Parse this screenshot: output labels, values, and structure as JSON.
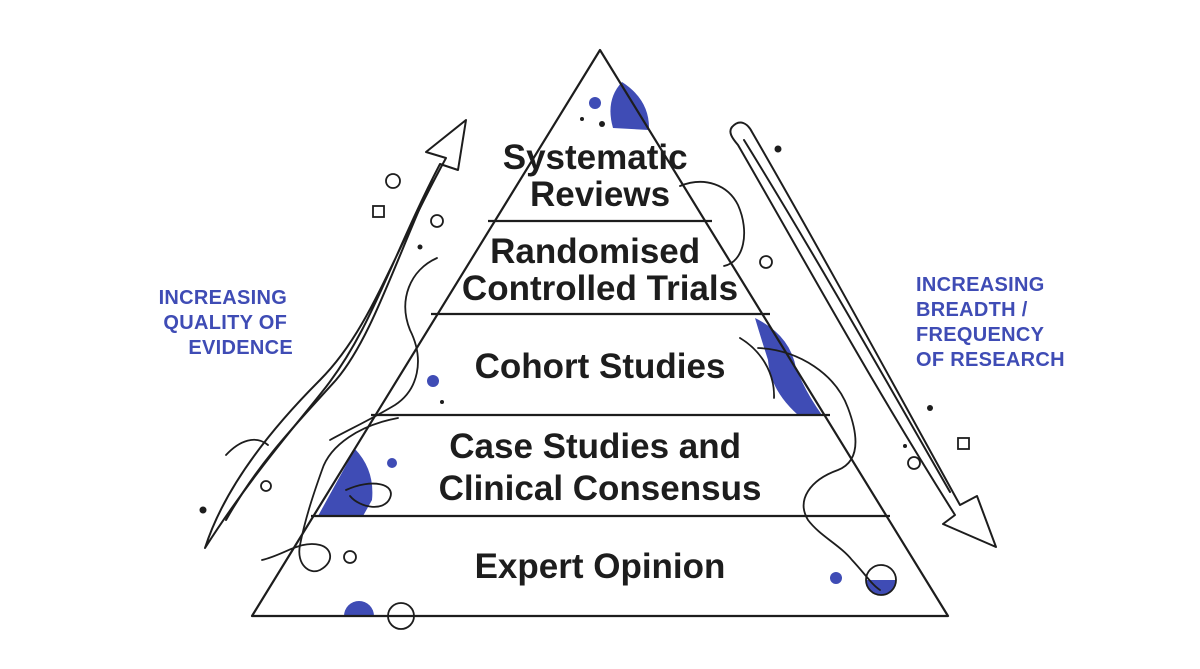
{
  "pyramid": {
    "tiers": [
      {
        "lines": [
          "Systematic",
          "Reviews"
        ]
      },
      {
        "lines": [
          "Randomised",
          "Controlled Trials"
        ]
      },
      {
        "lines": [
          "Cohort Studies"
        ]
      },
      {
        "lines": [
          "Case Studies and",
          "Clinical Consensus"
        ]
      },
      {
        "lines": [
          "Expert Opinion"
        ]
      }
    ]
  },
  "left_annotation": {
    "lines": [
      "INCREASING",
      "QUALITY OF",
      "EVIDENCE"
    ],
    "arrow_direction": "up"
  },
  "right_annotation": {
    "lines": [
      "INCREASING",
      "BREADTH /",
      "FREQUENCY",
      "OF RESEARCH"
    ],
    "arrow_direction": "down"
  },
  "colors": {
    "accent": "#3f4cb5",
    "stroke": "#1d1d1d",
    "text": "#1d1d1d",
    "background": "#ffffff"
  }
}
